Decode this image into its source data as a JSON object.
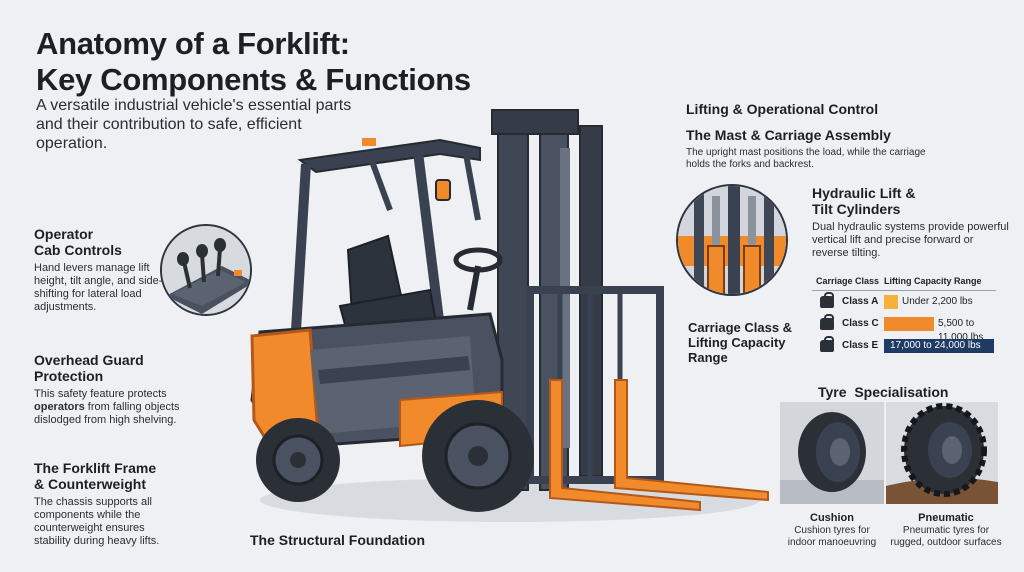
{
  "header": {
    "title_line1": "Anatomy of a Forklift:",
    "title_line2": "Key Components & Functions",
    "subtitle": "A versatile industrial vehicle's essential parts and their contribution to safe, efficient operation."
  },
  "left": {
    "cab": {
      "title_line1": "Operator",
      "title_line2": "Cab Controls",
      "text": "Hand levers manage lift height, tilt angle, and side-shifting for lateral load adjustments."
    },
    "guard": {
      "title_line1": "Overhead Guard",
      "title_line2": "Protection",
      "text_pre": "This safety feature protects ",
      "text_bold": "operators",
      "text_post": " from falling objects dislodged from high shelving."
    },
    "frame": {
      "title_line1": "The Forklift Frame",
      "title_line2": "& Counterweight",
      "text": "The chassis supports all components while the counterweight ensures stability during heavy lifts."
    }
  },
  "bottom": {
    "foundation": "The Structural Foundation"
  },
  "right": {
    "section_title": "Lifting & Operational Control",
    "mast": {
      "title": "The Mast & Carriage Assembly",
      "text": "The upright mast positions the load, while the carriage holds the forks and backrest."
    },
    "hydraulic": {
      "title_line1": "Hydraulic Lift &",
      "title_line2": "Tilt Cylinders",
      "text": "Dual hydraulic systems provide powerful vertical lift and precise forward or reverse tilting."
    },
    "carriage": {
      "title_line1": "Carriage Class &",
      "title_line2": "Lifting Capacity",
      "title_line3": "Range"
    },
    "table": {
      "col1": "Carriage Class",
      "col2": "Lifting Capacity Range",
      "rows": [
        {
          "class": "Class A",
          "range": "Under 2,200 lbs",
          "color": "#f4b23a",
          "fill": 0.09
        },
        {
          "class": "Class C",
          "range": "5,500 to 11,000 lbs",
          "color": "#f08a2a",
          "fill": 0.45
        },
        {
          "class": "Class E",
          "range": "17,000 to 24,000 lbs",
          "color": "#1f3b63",
          "fill": 1.0
        }
      ]
    },
    "tyre": {
      "title": "Tyre  Specialisation",
      "cushion": {
        "label": "Cushion",
        "text_line1": "Cushion tyres for",
        "text_line2": "indoor manoeuvring"
      },
      "pneumatic": {
        "label": "Pneumatic",
        "text_line1": "Pneumatic tyres for",
        "text_line2": "rugged, outdoor surfaces"
      }
    }
  },
  "colors": {
    "orange": "#f08a2a",
    "dark": "#3a4150",
    "navy": "#1f3b63"
  }
}
